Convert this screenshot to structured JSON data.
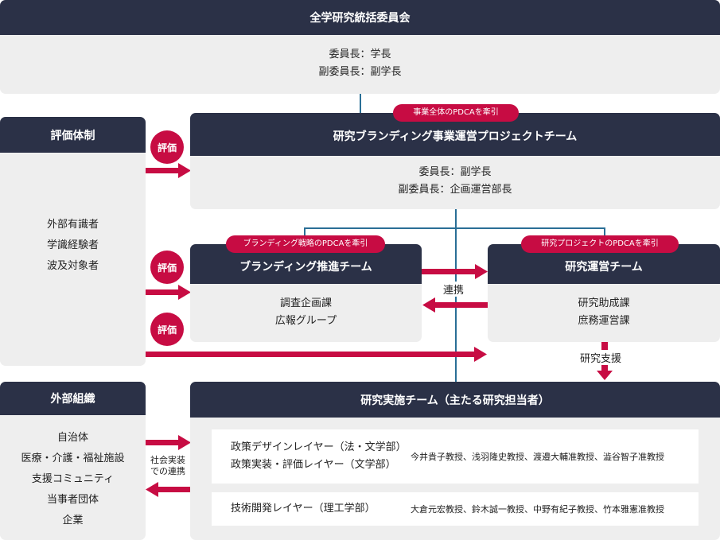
{
  "colors": {
    "navy": "#2b3147",
    "crimson": "#c70c43",
    "panel": "#eeeeee",
    "line": "#2a6f96"
  },
  "top": {
    "title": "全学研究統括委員会",
    "lines": [
      "委員長：学長",
      "副委員長：副学長"
    ]
  },
  "evaluation": {
    "title": "評価体制",
    "lines": [
      "外部有識者",
      "学識経験者",
      "波及対象者"
    ]
  },
  "project": {
    "badge": "事業全体のPDCAを牽引",
    "title": "研究ブランディング事業運営プロジェクトチーム",
    "lines": [
      "委員長：副学長",
      "副委員長：企画運営部長"
    ]
  },
  "branding": {
    "badge": "ブランディング戦略のPDCAを牽引",
    "title": "ブランディング推進チーム",
    "lines": [
      "調査企画課",
      "広報グループ"
    ]
  },
  "ops": {
    "badge": "研究プロジェクトのPDCAを牽引",
    "title": "研究運営チーム",
    "lines": [
      "研究助成課",
      "庶務運営課"
    ]
  },
  "external": {
    "title": "外部組織",
    "lines": [
      "自治体",
      "医療・介護・福祉施設",
      "支援コミュニティ",
      "当事者団体",
      "企業"
    ]
  },
  "research": {
    "title": "研究実施チーム（主たる研究担当者）",
    "layer1_names": [
      "政策デザインレイヤー（法・文学部）",
      "政策実装・評価レイヤー（文学部）"
    ],
    "layer1_members": "今井貴子教授、浅羽隆史教授、渡邉大輔准教授、澁谷智子准教授",
    "layer2_name": "技術開発レイヤー（理工学部）",
    "layer2_members": "大倉元宏教授、鈴木誠一教授、中野有紀子教授、竹本雅憲准教授"
  },
  "labels": {
    "eval1": "評価",
    "eval2": "評価",
    "eval3": "評価",
    "renkei": "連携",
    "support": "研究支援",
    "social": [
      "社会実装",
      "での連携"
    ]
  }
}
